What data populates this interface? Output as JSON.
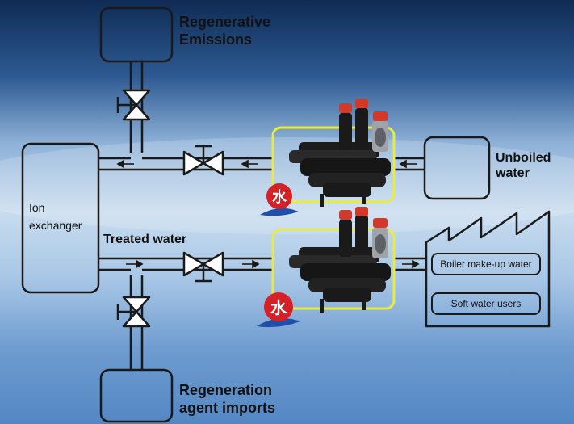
{
  "labels": {
    "regenerative": "Regenerative\nEmissions",
    "ion_exchanger": "Ion\nexchanger",
    "treated_water": "Treated water",
    "unboiled": "Unboiled\nwater",
    "regeneration": "Regeneration\nagent imports"
  },
  "consumers": {
    "boiler": "Boiler make-up water",
    "soft": "Soft water users"
  },
  "logo_text": "水",
  "colors": {
    "highlight": "#e8ec3c",
    "line": "#1a1a1a",
    "logo_red": "#d42027",
    "logo_blue": "#1f4fa8"
  }
}
